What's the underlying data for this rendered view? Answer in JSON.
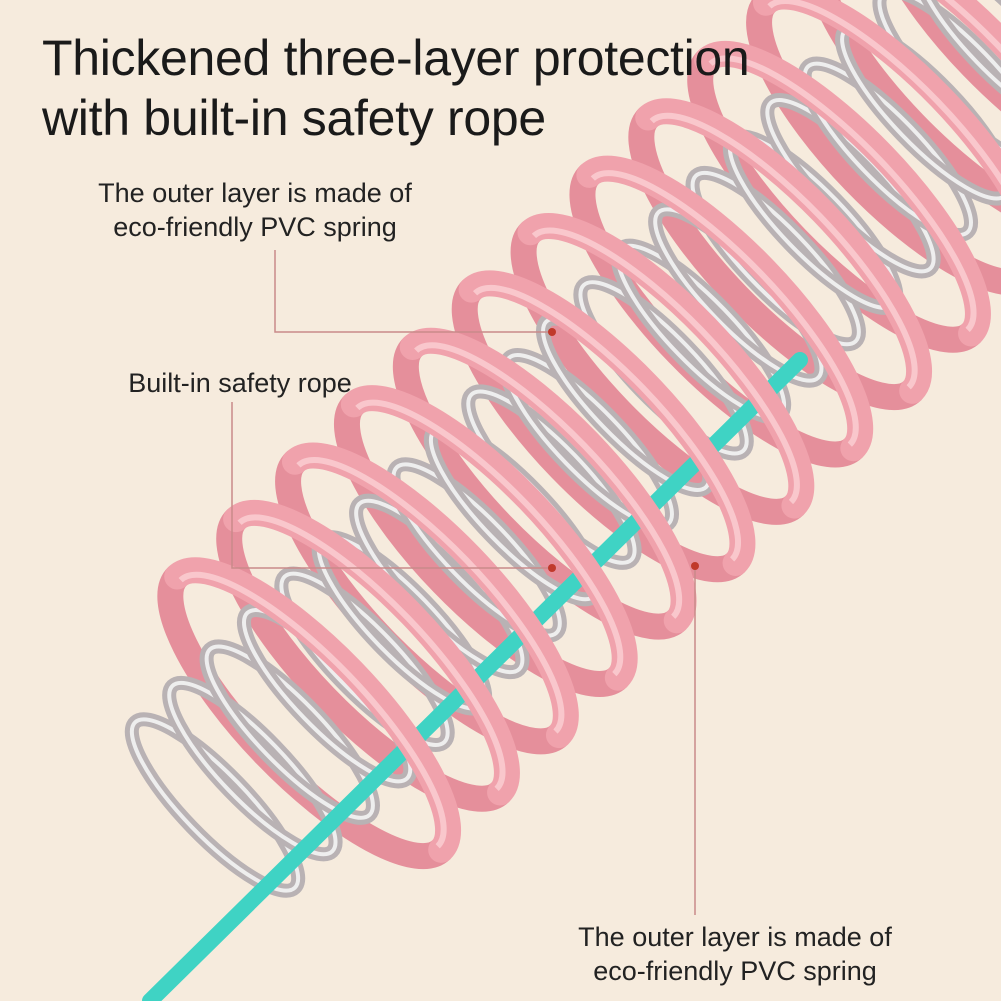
{
  "title": {
    "line1": "Thickened three-layer protection",
    "line2": "with built-in safety rope"
  },
  "annotations": {
    "outer_top": {
      "line1": "The outer layer is made of",
      "line2": "eco-friendly PVC spring"
    },
    "rope": {
      "label": "Built-in safety rope"
    },
    "outer_bottom": {
      "line1": "The outer layer is made of",
      "line2": "eco-friendly PVC spring"
    }
  },
  "colors": {
    "background": "#f6ebdd",
    "pvc_pink": "#f0a2ac",
    "metal": "#b9b2b4",
    "rope": "#3fd3c4",
    "leader": "#c98a8a"
  }
}
